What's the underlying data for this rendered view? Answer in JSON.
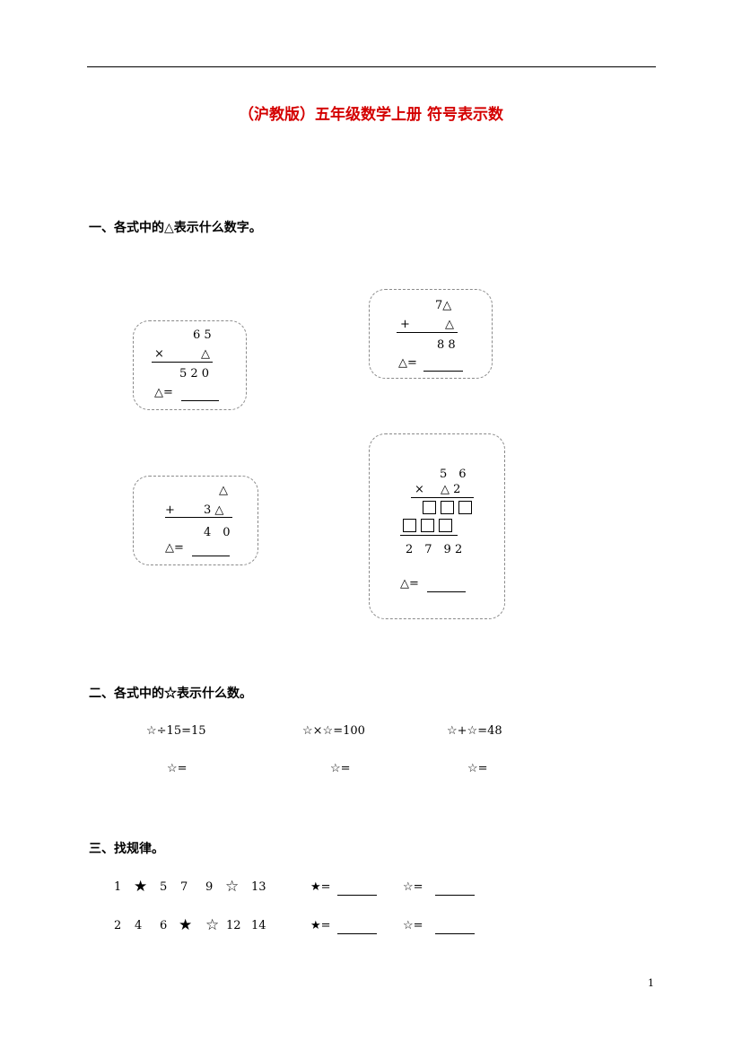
{
  "title": "（沪教版）五年级数学上册 符号表示数",
  "section1": {
    "heading": "一、各式中的△表示什么数字。",
    "box_a": {
      "top": "6 5",
      "op": "×",
      "sym": "△",
      "result": "5 2 0",
      "answer": "△="
    },
    "box_b": {
      "top": "7△",
      "op": "+",
      "sym": "△",
      "result": "8 8",
      "answer": "△="
    },
    "box_c": {
      "top": "△",
      "op": "+",
      "addend": "3 △",
      "result": "4　0",
      "answer": "△="
    },
    "box_d": {
      "top": "5　6",
      "op": "×",
      "mult": "△ 2",
      "result": "2　7　9 2",
      "answer": "△="
    }
  },
  "section2": {
    "heading": "二、各式中的☆表示什么数。",
    "eq1": "☆÷15=15",
    "eq2": "☆×☆=100",
    "eq3": "☆+☆=48",
    "ans1": "☆=",
    "ans2": "☆=",
    "ans3": "☆="
  },
  "section3": {
    "heading": "三、找规律。",
    "row1": [
      "1",
      "★",
      "5",
      "7",
      "9",
      "☆",
      "13"
    ],
    "row2": [
      "2",
      "4",
      "6",
      "★",
      "☆",
      "12",
      "14"
    ],
    "black_ans": "★=",
    "white_ans": "☆="
  },
  "page_number": "1"
}
